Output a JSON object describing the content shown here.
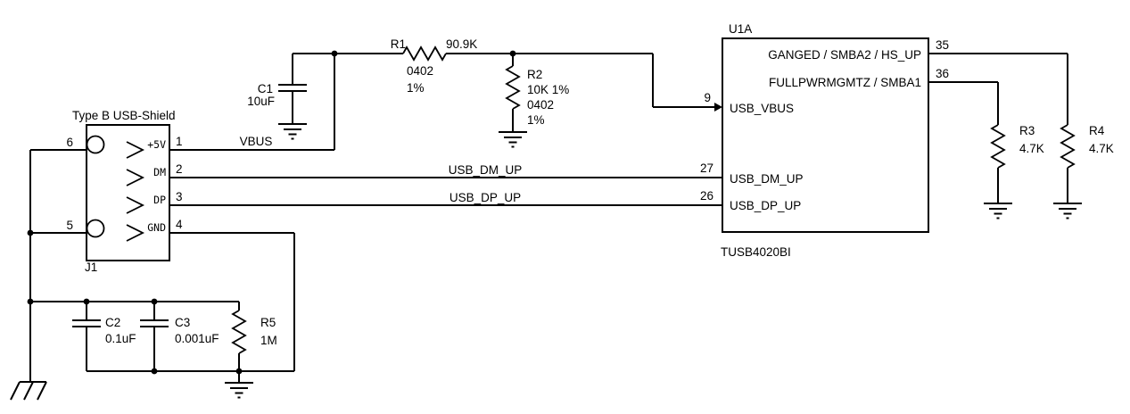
{
  "schematic": {
    "j1": {
      "ref": "J1",
      "title": "Type B USB-Shield",
      "pin_numbers": {
        "p1": "1",
        "p2": "2",
        "p3": "3",
        "p4": "4",
        "p5": "5",
        "p6": "6"
      },
      "pin_names": {
        "p1": "+5V",
        "p2": "DM",
        "p3": "DP",
        "p4": "GND"
      }
    },
    "u1a": {
      "ref": "U1A",
      "part": "TUSB4020BI",
      "pin_numbers": {
        "vbus": "9",
        "dm": "27",
        "dp": "26",
        "ganged": "35",
        "fullpwr": "36"
      },
      "pin_names": {
        "vbus": "USB_VBUS",
        "dm": "USB_DM_UP",
        "dp": "USB_DP_UP",
        "ganged": "GANGED / SMBA2 / HS_UP",
        "fullpwr": "FULLPWRMGMTZ / SMBA1"
      }
    },
    "r1": {
      "ref": "R1",
      "value": "90.9K",
      "pkg": "0402",
      "tol": "1%"
    },
    "r2": {
      "ref": "R2",
      "value": "10K 1%",
      "pkg": "0402",
      "tol": "1%"
    },
    "r3": {
      "ref": "R3",
      "value": "4.7K"
    },
    "r4": {
      "ref": "R4",
      "value": "4.7K"
    },
    "r5": {
      "ref": "R5",
      "value": "1M"
    },
    "c1": {
      "ref": "C1",
      "value": "10uF"
    },
    "c2": {
      "ref": "C2",
      "value": "0.1uF"
    },
    "c3": {
      "ref": "C3",
      "value": "0.001uF"
    },
    "nets": {
      "vbus": "VBUS",
      "dm": "USB_DM_UP",
      "dp": "USB_DP_UP"
    }
  }
}
